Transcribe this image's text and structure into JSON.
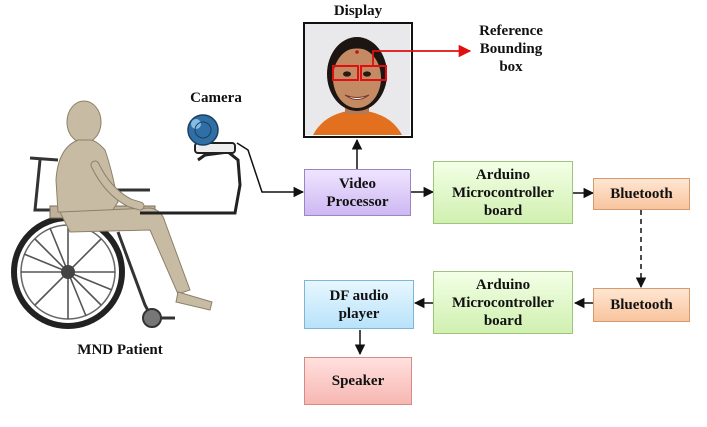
{
  "labels": {
    "display": "Display",
    "reference": [
      "Reference",
      "Bounding",
      "box"
    ],
    "camera": "Camera",
    "patient": "MND Patient"
  },
  "blocks": {
    "video_processor": [
      "Video",
      "Processor"
    ],
    "arduino_top": [
      "Arduino",
      "Microcontroller",
      "board"
    ],
    "bluetooth_top": [
      "Bluetooth"
    ],
    "bluetooth_bottom": [
      "Bluetooth"
    ],
    "arduino_bottom": [
      "Arduino",
      "Microcontroller",
      "board"
    ],
    "df_player": [
      "DF audio",
      "player"
    ],
    "speaker": [
      "Speaker"
    ]
  },
  "colors": {
    "video_processor": "#cdb8f2",
    "arduino": "#d0f0b0",
    "bluetooth": "#f8c49e",
    "df_player": "#b9e2fa",
    "speaker": "#f7b7b2",
    "bounding_box": "#e01010"
  }
}
